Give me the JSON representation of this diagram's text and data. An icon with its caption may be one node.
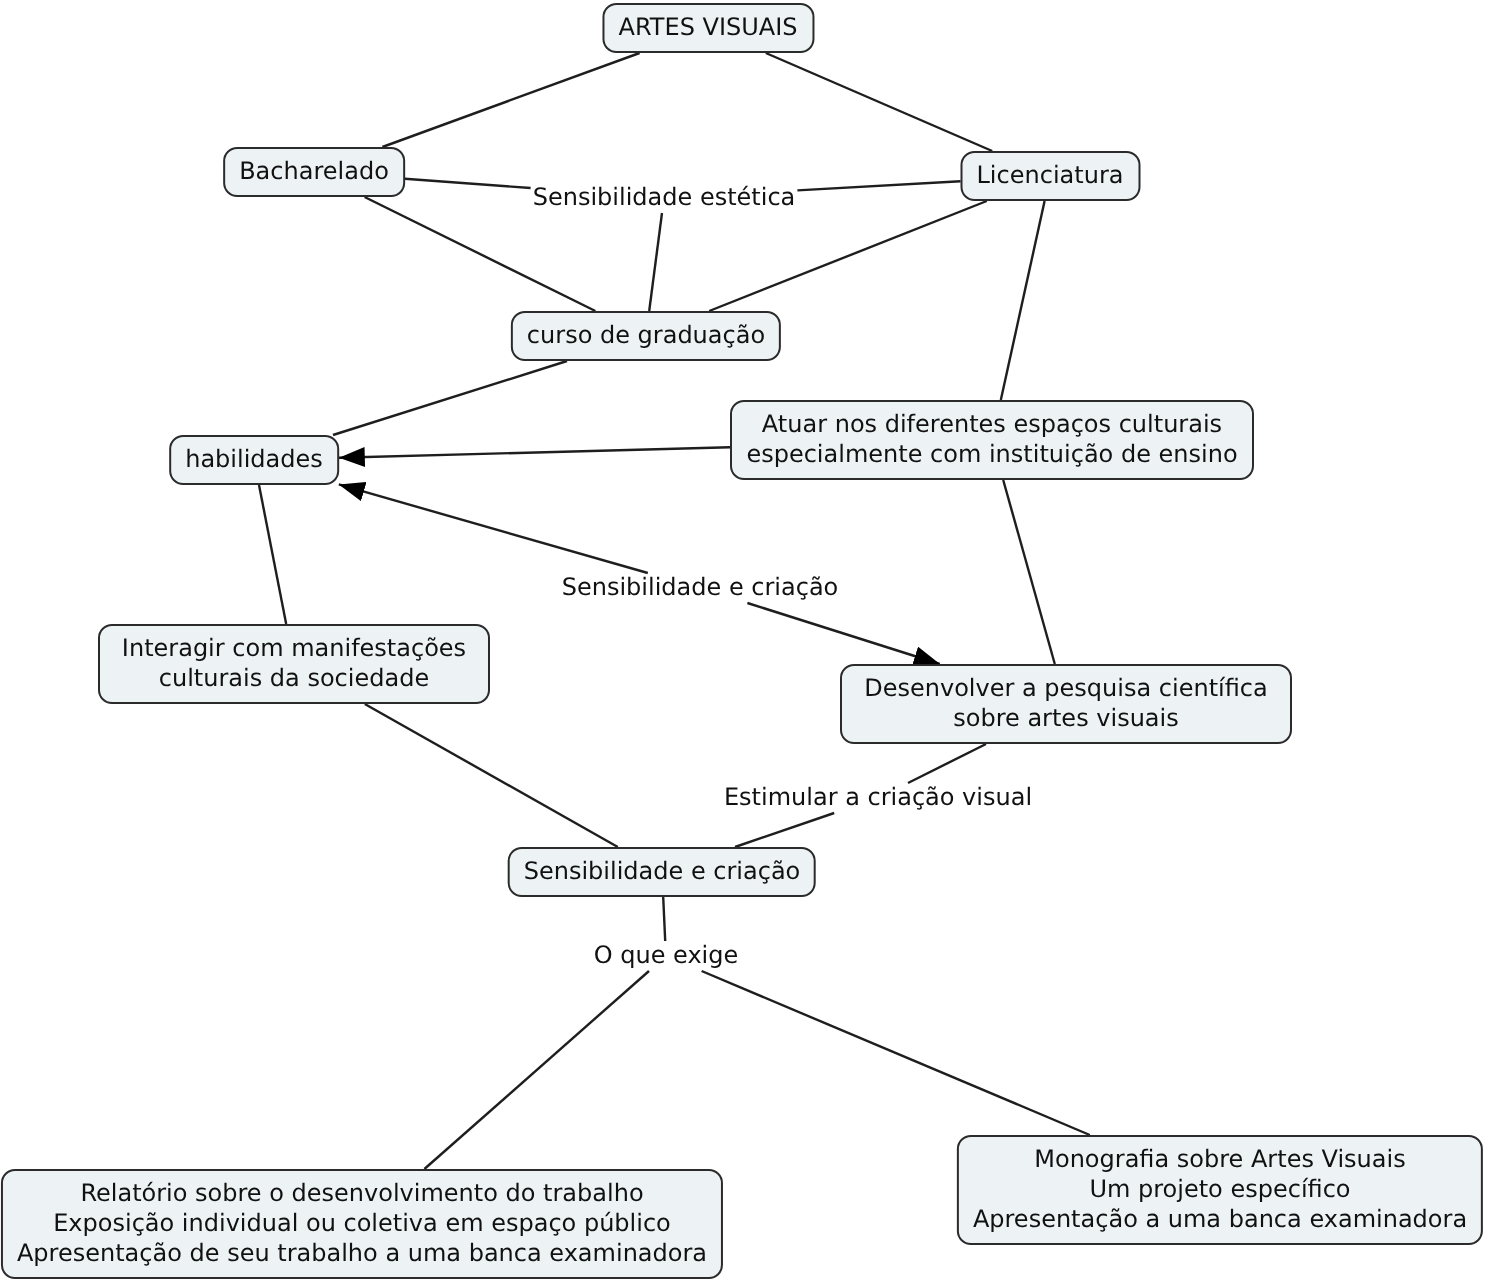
{
  "diagram": {
    "nodes": [
      {
        "text": [
          "ARTES VISUAIS"
        ]
      },
      {
        "text": [
          "Bacharelado"
        ]
      },
      {
        "text": [
          "Licenciatura"
        ]
      },
      {
        "text": [
          "Sensibilidade estética"
        ]
      },
      {
        "text": [
          "curso de graduação"
        ]
      },
      {
        "text": [
          "habilidades"
        ]
      },
      {
        "text": [
          "Atuar nos diferentes espaços culturais especialmente com instituição de ensino"
        ]
      },
      {
        "text": [
          "Sensibilidade e criação"
        ]
      },
      {
        "text": [
          "Interagir com manifestações culturais da sociedade"
        ]
      },
      {
        "text": [
          "Desenvolver a pesquisa científica sobre artes visuais"
        ]
      },
      {
        "text": [
          "Estimular a criação visual"
        ]
      },
      {
        "text": [
          "Sensibilidade e criação"
        ]
      },
      {
        "text": [
          "O que exige"
        ]
      },
      {
        "text": [
          "Relatório sobre o desenvolvimento do trabalho",
          "Exposição individual ou coletiva em espaço público",
          "Apresentação de seu trabalho a uma banca examinadora"
        ]
      },
      {
        "text": [
          "Monografia sobre Artes Visuais",
          "Um projeto específico",
          "Apresentação a uma banca examinadora"
        ]
      }
    ],
    "edges": [
      {
        "from": 0,
        "to": 1,
        "arrow": "none"
      },
      {
        "from": 0,
        "to": 2,
        "arrow": "none"
      },
      {
        "from": 1,
        "to": 3,
        "arrow": "none"
      },
      {
        "from": 2,
        "to": 3,
        "arrow": "none"
      },
      {
        "from": 3,
        "to": 4,
        "arrow": "none"
      },
      {
        "from": 1,
        "to": 4,
        "arrow": "none"
      },
      {
        "from": 2,
        "to": 4,
        "arrow": "none"
      },
      {
        "from": 4,
        "to": 5,
        "arrow": "none"
      },
      {
        "from": 2,
        "to": 6,
        "arrow": "none"
      },
      {
        "from": 6,
        "to": 5,
        "arrow": "to"
      },
      {
        "from": 7,
        "to": 5,
        "arrow": "to"
      },
      {
        "from": 7,
        "to": 9,
        "arrow": "to"
      },
      {
        "from": 6,
        "to": 9,
        "arrow": "none"
      },
      {
        "from": 5,
        "to": 8,
        "arrow": "none"
      },
      {
        "from": 8,
        "to": 11,
        "arrow": "none"
      },
      {
        "from": 9,
        "to": 10,
        "arrow": "none"
      },
      {
        "from": 10,
        "to": 11,
        "arrow": "none"
      },
      {
        "from": 11,
        "to": 12,
        "arrow": "none"
      },
      {
        "from": 12,
        "to": 13,
        "arrow": "none"
      },
      {
        "from": 12,
        "to": 14,
        "arrow": "none"
      }
    ]
  }
}
